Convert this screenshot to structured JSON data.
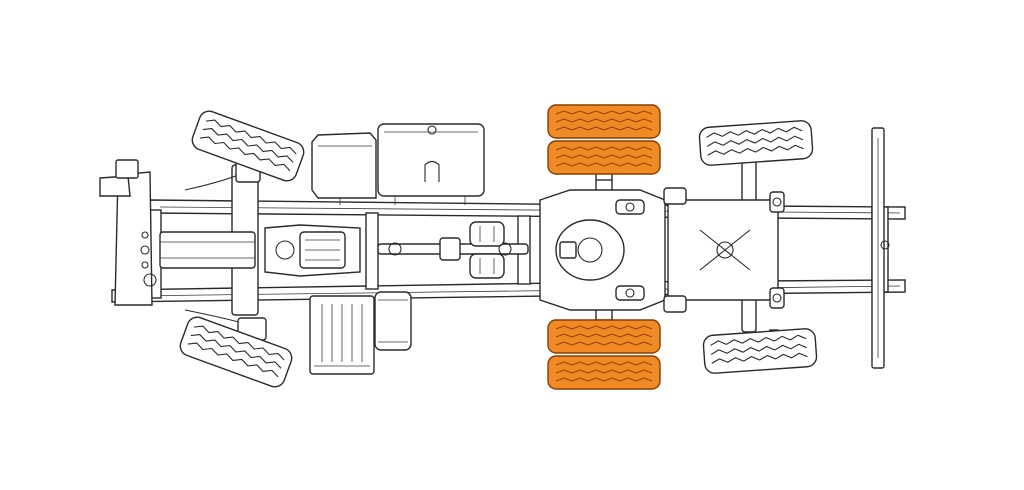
{
  "diagram": {
    "subject": "truck-chassis-top-view",
    "highlight_color": "#f08a24",
    "line_color": "#2a2a2a",
    "background_color": "#ffffff",
    "highlighted_component": "rear-dual-drive-tires",
    "tires": [
      {
        "id": "front-left-tire",
        "highlighted": false
      },
      {
        "id": "front-right-tire",
        "highlighted": false
      },
      {
        "id": "rear-left-outer-tire",
        "highlighted": true
      },
      {
        "id": "rear-left-inner-tire",
        "highlighted": true
      },
      {
        "id": "rear-right-inner-tire",
        "highlighted": true
      },
      {
        "id": "rear-right-outer-tire",
        "highlighted": true
      },
      {
        "id": "tag-left-tire",
        "highlighted": false
      },
      {
        "id": "tag-right-tire",
        "highlighted": false
      }
    ]
  }
}
